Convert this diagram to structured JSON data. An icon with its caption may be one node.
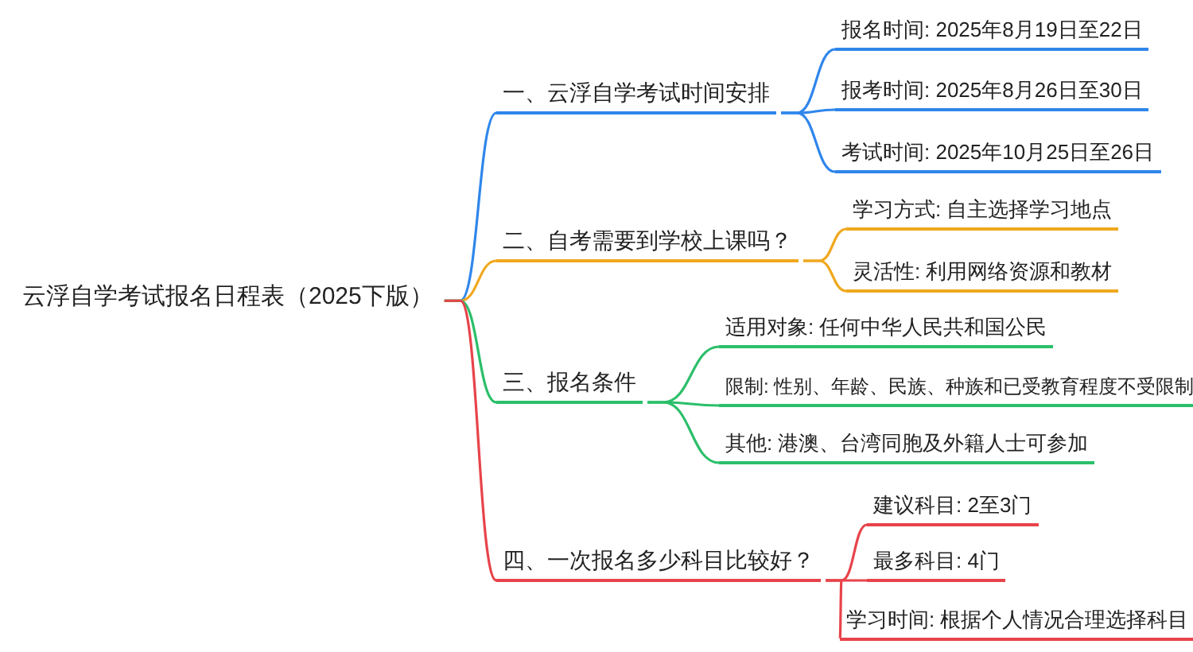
{
  "diagram": {
    "nodes": [
      {
        "text": [
          "云浮自学考试报名日程表（2025下版）"
        ]
      },
      {
        "text": [
          "一、云浮自学考试时间安排"
        ]
      },
      {
        "text": [
          "报名时间: 2025年8月19日至22日"
        ]
      },
      {
        "text": [
          "报考时间: 2025年8月26日至30日"
        ]
      },
      {
        "text": [
          "考试时间: 2025年10月25日至26日"
        ]
      },
      {
        "text": [
          "二、自考需要到学校上课吗？"
        ]
      },
      {
        "text": [
          "学习方式: 自主选择学习地点"
        ]
      },
      {
        "text": [
          "灵活性: 利用网络资源和教材"
        ]
      },
      {
        "text": [
          "三、报名条件"
        ]
      },
      {
        "text": [
          "适用对象: 任何中华人民共和国公民"
        ]
      },
      {
        "text": [
          "限制: 性别、年龄、民族、种族和已受教育程度不受限制"
        ]
      },
      {
        "text": [
          "其他: 港澳、台湾同胞及外籍人士可参加"
        ]
      },
      {
        "text": [
          "四、一次报名多少科目比较好？"
        ]
      },
      {
        "text": [
          "建议科目: 2至3门"
        ]
      },
      {
        "text": [
          "最多科目: 4门"
        ]
      },
      {
        "text": [
          "学习时间: 根据个人情况合理选择科目"
        ]
      }
    ],
    "edges": [
      {
        "from": 0,
        "to": 1,
        "arrow": "none",
        "color": "#2f86eb"
      },
      {
        "from": 1,
        "to": 2,
        "arrow": "none",
        "color": "#2f86eb"
      },
      {
        "from": 1,
        "to": 3,
        "arrow": "none",
        "color": "#2f86eb"
      },
      {
        "from": 1,
        "to": 4,
        "arrow": "none",
        "color": "#2f86eb"
      },
      {
        "from": 0,
        "to": 5,
        "arrow": "none",
        "color": "#f0a81e"
      },
      {
        "from": 5,
        "to": 6,
        "arrow": "none",
        "color": "#f0a81e"
      },
      {
        "from": 5,
        "to": 7,
        "arrow": "none",
        "color": "#f0a81e"
      },
      {
        "from": 0,
        "to": 8,
        "arrow": "none",
        "color": "#2bbf6a"
      },
      {
        "from": 8,
        "to": 9,
        "arrow": "none",
        "color": "#2bbf6a"
      },
      {
        "from": 8,
        "to": 10,
        "arrow": "none",
        "color": "#2bbf6a"
      },
      {
        "from": 8,
        "to": 11,
        "arrow": "none",
        "color": "#2bbf6a"
      },
      {
        "from": 0,
        "to": 12,
        "arrow": "none",
        "color": "#e8434a"
      },
      {
        "from": 12,
        "to": 13,
        "arrow": "none",
        "color": "#e8434a"
      },
      {
        "from": 12,
        "to": 14,
        "arrow": "none",
        "color": "#e8434a"
      },
      {
        "from": 12,
        "to": 15,
        "arrow": "none",
        "color": "#e8434a"
      }
    ]
  }
}
